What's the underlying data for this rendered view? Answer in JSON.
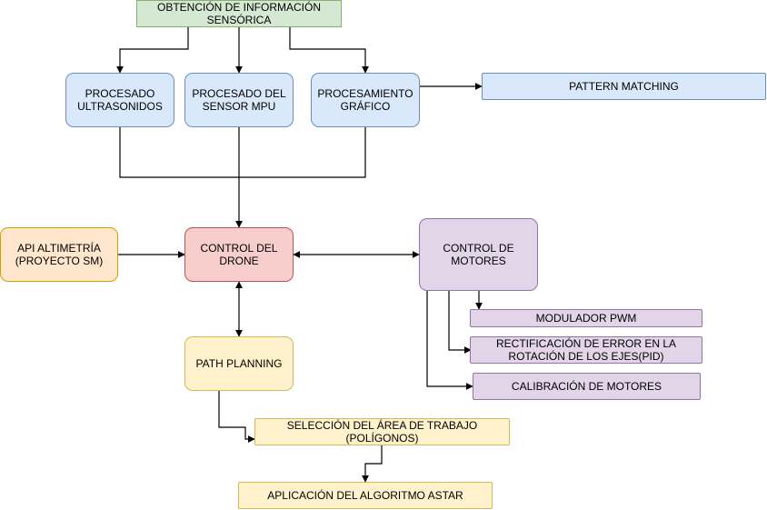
{
  "nodes": {
    "obtencion": "OBTENCIÓN DE INFORMACIÓN\nSENSÓRICA",
    "ultrasonidos": "PROCESADO\nULTRASONIDOS",
    "mpu": "PROCESADO DEL\nSENSOR MPU",
    "grafico": "PROCESAMIENTO\nGRÁFICO",
    "pattern": "PATTERN MATCHING",
    "api": "API ALTIMETRÍA\n(PROYECTO SM)",
    "control_drone": "CONTROL DEL\nDRONE",
    "control_motores": "CONTROL DE\nMOTORES",
    "pwm": "MODULADOR PWM",
    "pid": "RECTIFICACIÓN DE ERROR EN LA\nROTACIÓN DE LOS EJES(PID)",
    "calibracion": "CALIBRACIÓN DE MOTORES",
    "path": "PATH PLANNING",
    "seleccion": "SELECCIÓN DEL ÁREA DE TRABAJO\n(POLÍGONOS)",
    "astar": "APLICACIÓN DEL ALGORITMO ASTAR"
  },
  "colors": {
    "green_fill": "#d5e8d4",
    "green_stroke": "#82b366",
    "blue_fill": "#dae8fc",
    "blue_stroke": "#6c8ebf",
    "orange_fill": "#ffe6cc",
    "orange_stroke": "#d79b00",
    "red_fill": "#f8cecc",
    "red_stroke": "#b85450",
    "purple_fill": "#e1d5e7",
    "purple_stroke": "#9673a6",
    "yellow_fill": "#fff2cc",
    "yellow_stroke": "#d6b656",
    "edge": "#000000"
  }
}
